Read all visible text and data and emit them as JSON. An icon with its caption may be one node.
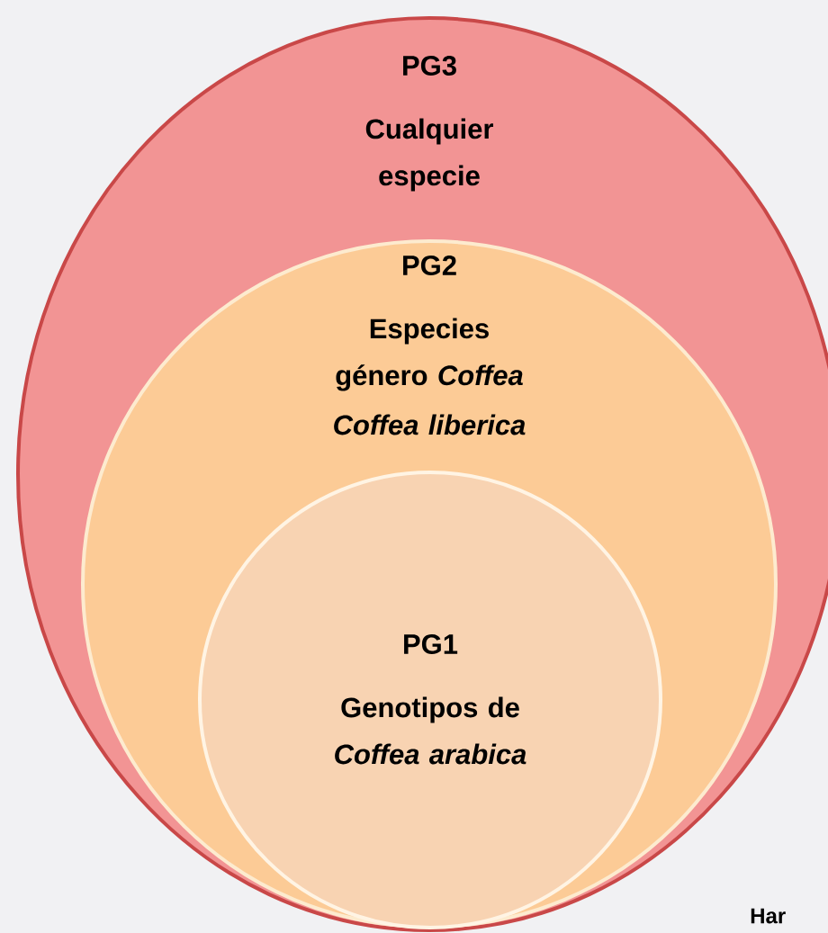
{
  "diagram": {
    "nodes": [
      {
        "text": [
          "PG3",
          "Cualquier especie"
        ]
      },
      {
        "text": [
          "PG2",
          "Especies género *Coffea*",
          "Coffea liberica"
        ],
        "in": 0
      },
      {
        "text": [
          "PG1",
          "Genotipos de *Coffea arabica*"
        ],
        "in": 1
      }
    ],
    "labels": [
      "Har"
    ]
  }
}
